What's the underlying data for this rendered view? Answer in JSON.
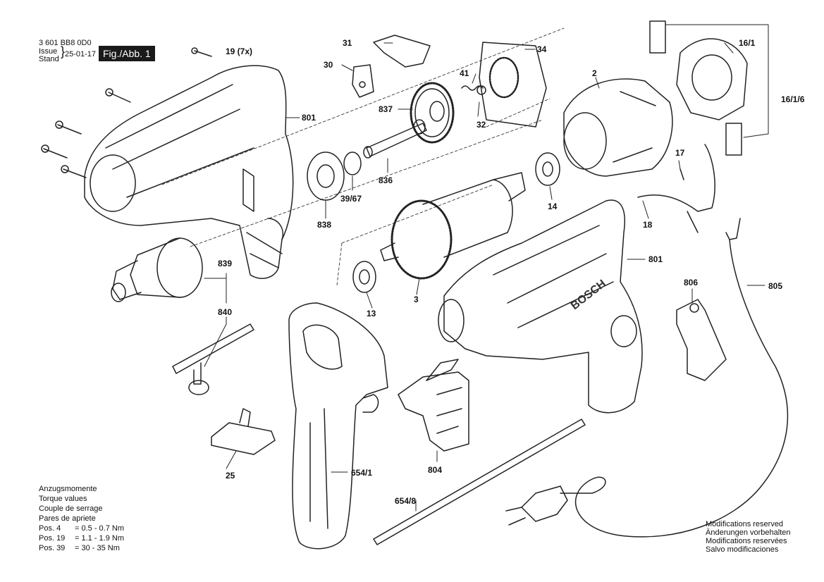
{
  "header": {
    "doc_number": "3 601 BB8 0D0",
    "issue_label": "Issue",
    "stand_label": "Stand",
    "date": "25-01-17",
    "figure": "Fig./Abb. 1"
  },
  "labels": {
    "p19": "19 (7x)",
    "p31": "31",
    "p30": "30",
    "p34": "34",
    "p41": "41",
    "p2": "2",
    "p16_1": "16/1",
    "p16_1_6": "16/1/6",
    "p801_top": "801",
    "p837": "837",
    "p32": "32",
    "p836": "836",
    "p39_67": "39/67",
    "p17": "17",
    "p838": "838",
    "p14": "14",
    "p18": "18",
    "p839": "839",
    "p801_mid": "801",
    "p13": "13",
    "p3": "3",
    "p806": "806",
    "p805": "805",
    "p840": "840",
    "p25": "25",
    "p654_1": "654/1",
    "p804": "804",
    "p654_8": "654/8"
  },
  "brand_mark": "BOSCH",
  "torque": {
    "lines": [
      "Anzugsmomente",
      "Torque values",
      "Couple de serrage",
      "Pares de apriete"
    ],
    "rows": [
      {
        "pos": "Pos. 4",
        "value": "= 0.5 - 0.7 Nm"
      },
      {
        "pos": "Pos. 19",
        "value": "= 1.1 - 1.9 Nm"
      },
      {
        "pos": "Pos. 39",
        "value": "= 30 - 35 Nm"
      }
    ]
  },
  "modifications": [
    "Modifications reserved",
    "Änderungen vorbehalten",
    "Modifications reservées",
    "Salvo modificaciones"
  ]
}
